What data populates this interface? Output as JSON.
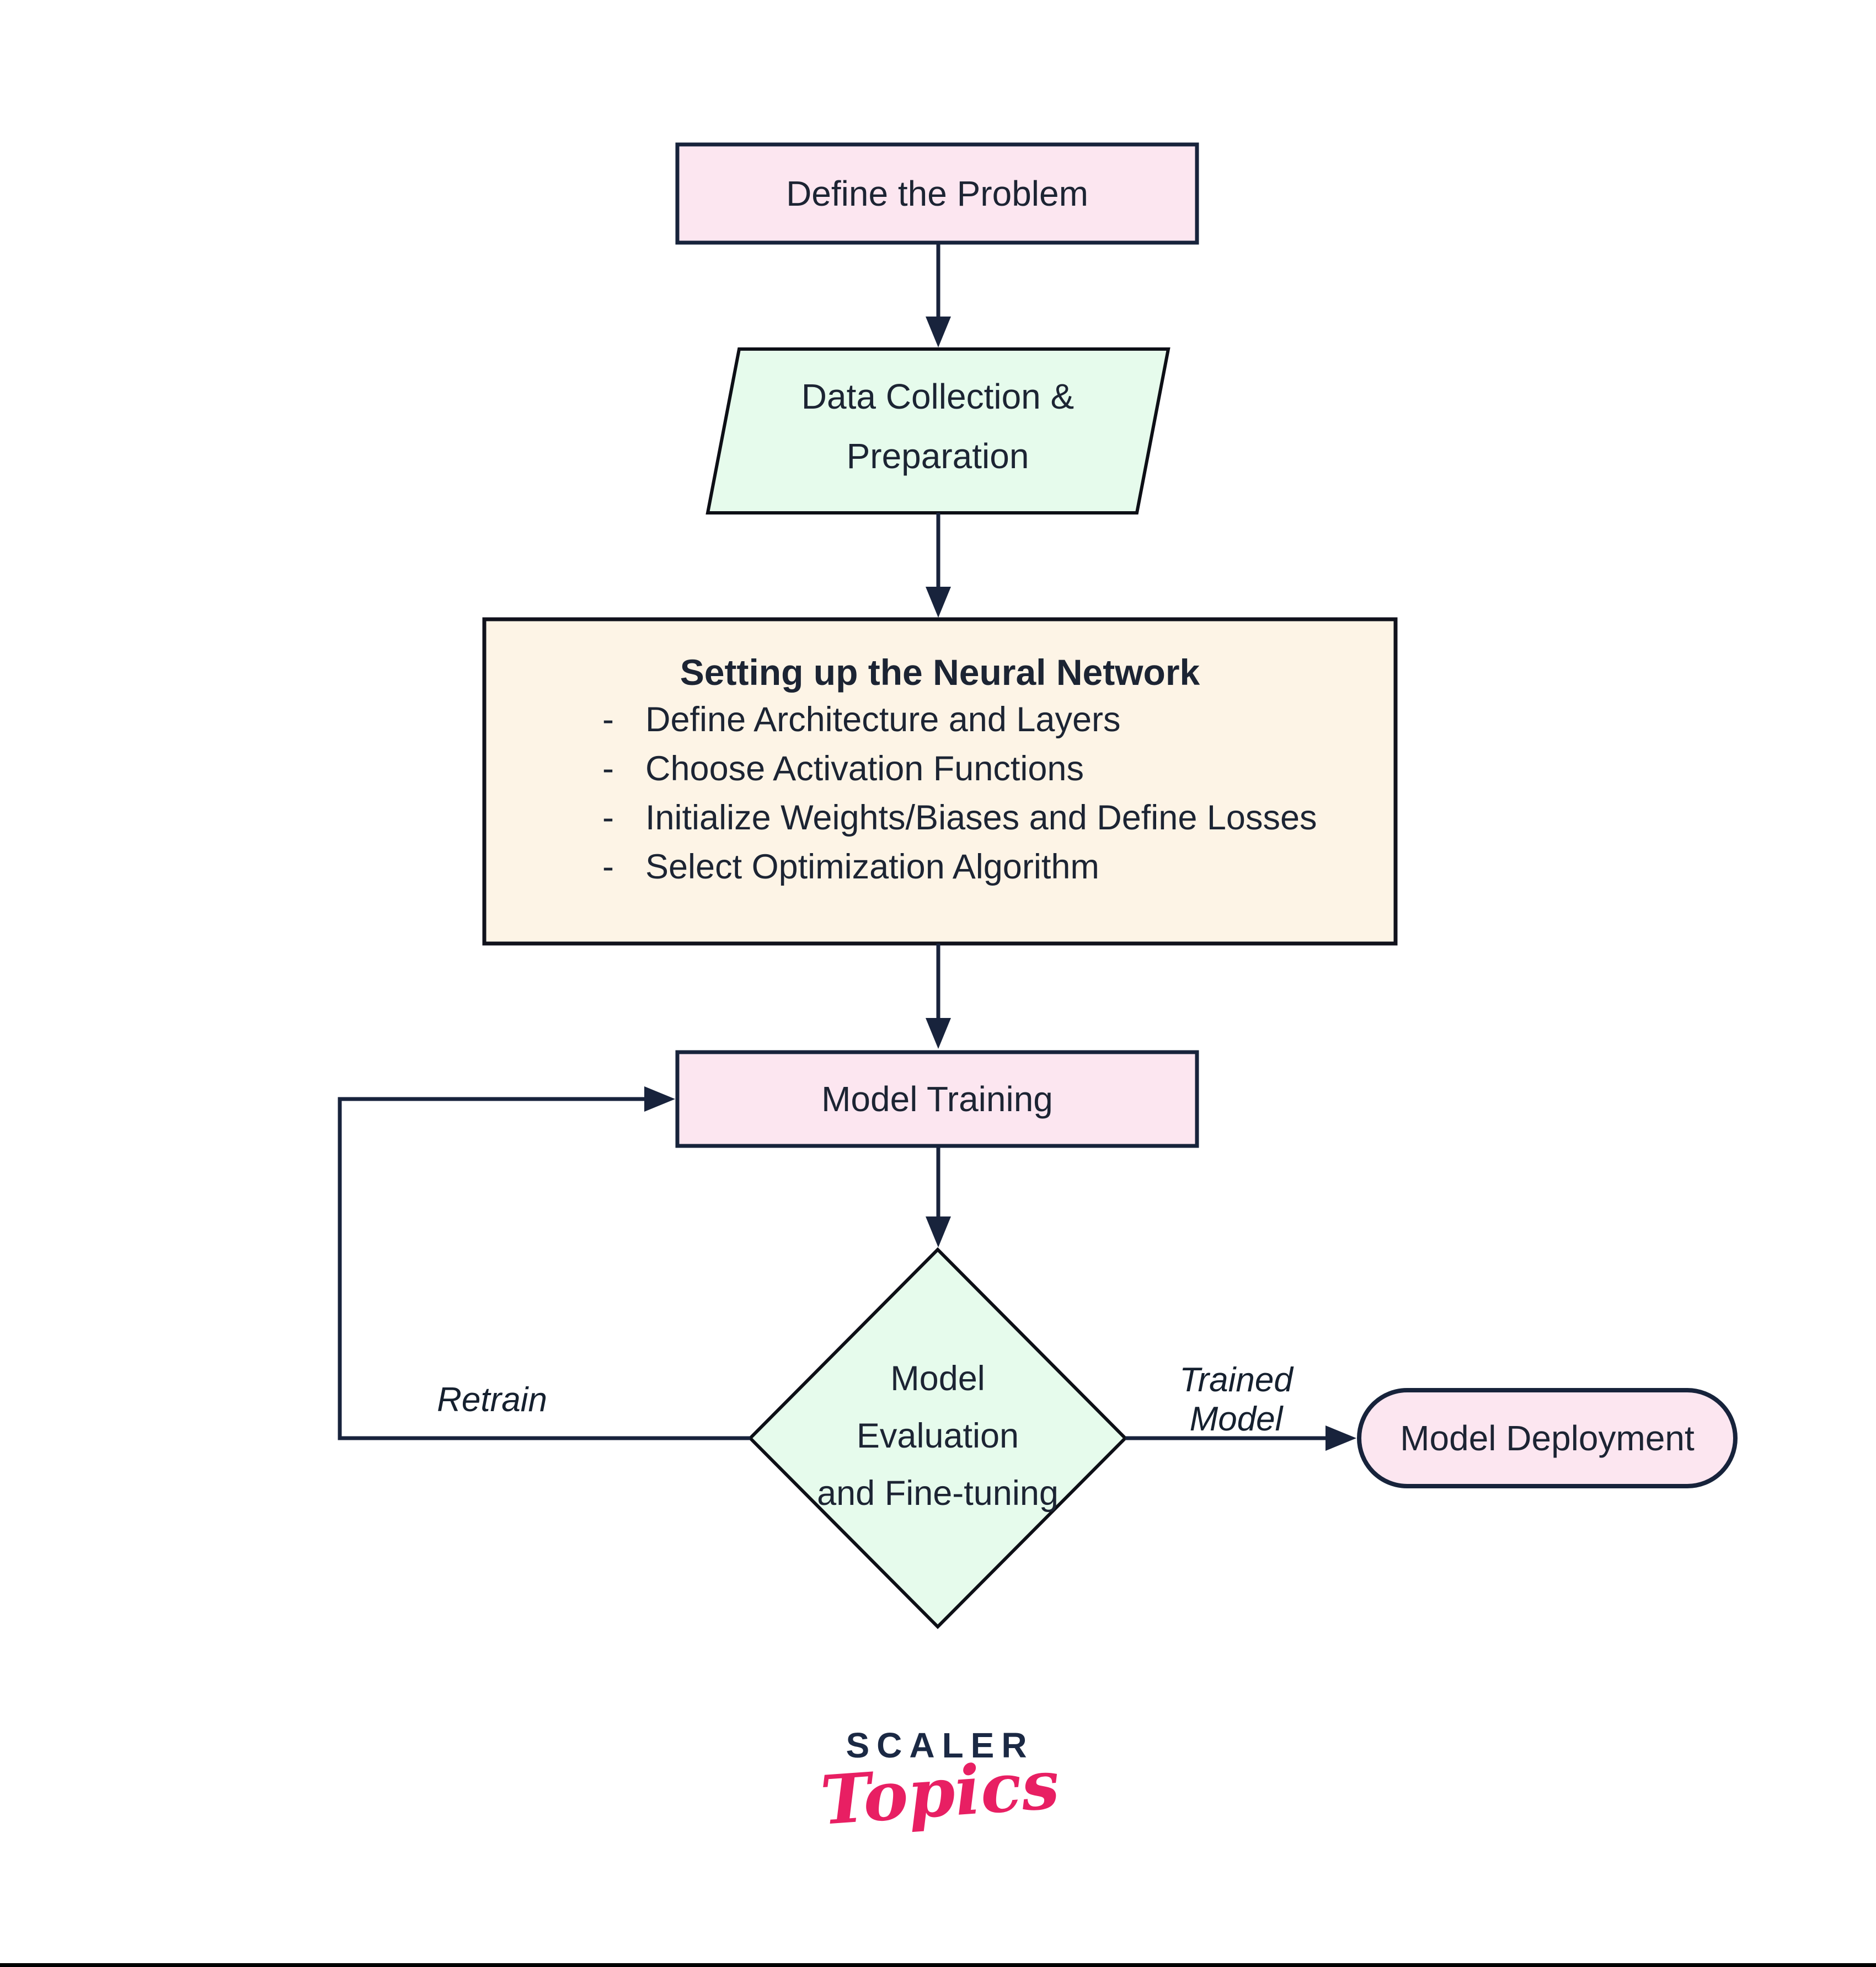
{
  "diagram": {
    "nodes": {
      "define_problem": {
        "label": "Define the Problem"
      },
      "data_collection": {
        "line1": "Data Collection &",
        "line2": "Preparation"
      },
      "setup": {
        "title": "Setting up the Neural Network",
        "bullet_char": "-",
        "items": [
          "Define Architecture and Layers",
          "Choose Activation Functions",
          "Initialize Weights/Biases and Define Losses",
          "Select Optimization Algorithm"
        ]
      },
      "model_training": {
        "label": "Model Training"
      },
      "evaluation": {
        "line1": "Model",
        "line2": "Evaluation",
        "line3": "and Fine-tuning"
      },
      "deployment": {
        "label": "Model Deployment"
      }
    },
    "edge_labels": {
      "retrain": "Retrain",
      "trained_model": "Trained Model"
    },
    "colors": {
      "pink_fill": "#fce6f0",
      "green_fill": "#e6fbec",
      "cream_fill": "#fdf4e6",
      "navy_stroke": "#17233b",
      "dark_stroke": "#0d0f16",
      "arrow": "#18233c",
      "logo_navy": "#1b2944",
      "logo_pink": "#e81f63"
    }
  },
  "branding": {
    "name": "SCALER",
    "sub": "Topics"
  }
}
